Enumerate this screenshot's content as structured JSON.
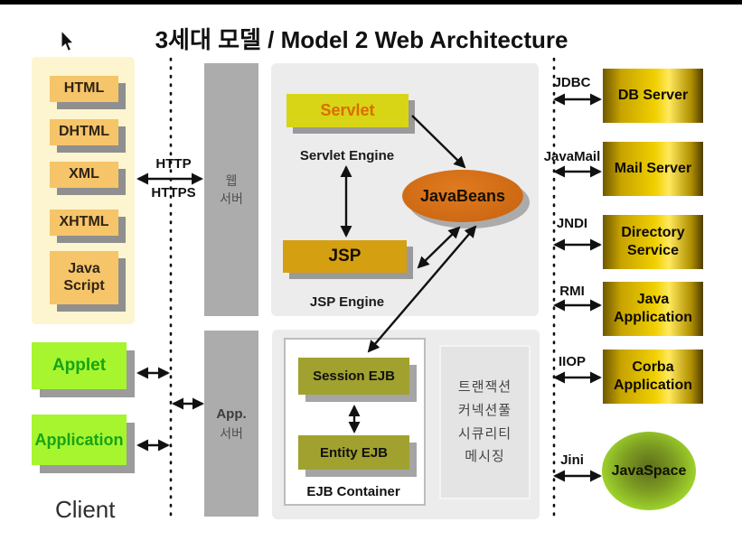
{
  "title": "3세대 모델 /  Model 2 Web Architecture",
  "client": {
    "label": "Client",
    "techs": [
      "HTML",
      "DHTML",
      "XML",
      "XHTML",
      "Java Script"
    ],
    "apps": [
      "Applet",
      "Application"
    ]
  },
  "protocols": {
    "http": "HTTP",
    "https": "HTTPS"
  },
  "servers": {
    "web_line1": "웹",
    "web_line2": "서버",
    "app_line1": "App.",
    "app_line2": "서버"
  },
  "middle": {
    "servlet": "Servlet",
    "servlet_engine": "Servlet Engine",
    "jsp": "JSP",
    "jsp_engine": "JSP Engine",
    "javabeans": "JavaBeans",
    "session_ejb": "Session EJB",
    "entity_ejb": "Entity EJB",
    "ejb_container": "EJB Container",
    "services": [
      "트랜잭션",
      "커넥션풀",
      "시큐리티",
      "메시징"
    ]
  },
  "right": {
    "links": [
      {
        "protocol": "JDBC",
        "target": "DB Server"
      },
      {
        "protocol": "JavaMail",
        "target": "Mail Server"
      },
      {
        "protocol": "JNDI",
        "target": "Directory Service"
      },
      {
        "protocol": "RMI",
        "target": "Java Application"
      },
      {
        "protocol": "IIOP",
        "target": "Corba Application"
      },
      {
        "protocol": "Jini",
        "target": "JavaSpace"
      }
    ]
  },
  "colors": {
    "cream_panel": "#FCF5CF",
    "tech_box": "#F6C469",
    "green_box": "#A6F52F",
    "green_text": "#17A317",
    "servlet_box": "#D7D516",
    "servlet_text": "#DB6C00",
    "jsp_box": "#D59F12",
    "javabeans": "#CE6914",
    "ejb_box": "#A1A12F",
    "server_box": "#ACACAC",
    "engine_panel": "#ECECEC",
    "gold_box_mid": "#F0D000",
    "javaspace": "#9FD32C",
    "shadow": "#9A9A9A"
  }
}
